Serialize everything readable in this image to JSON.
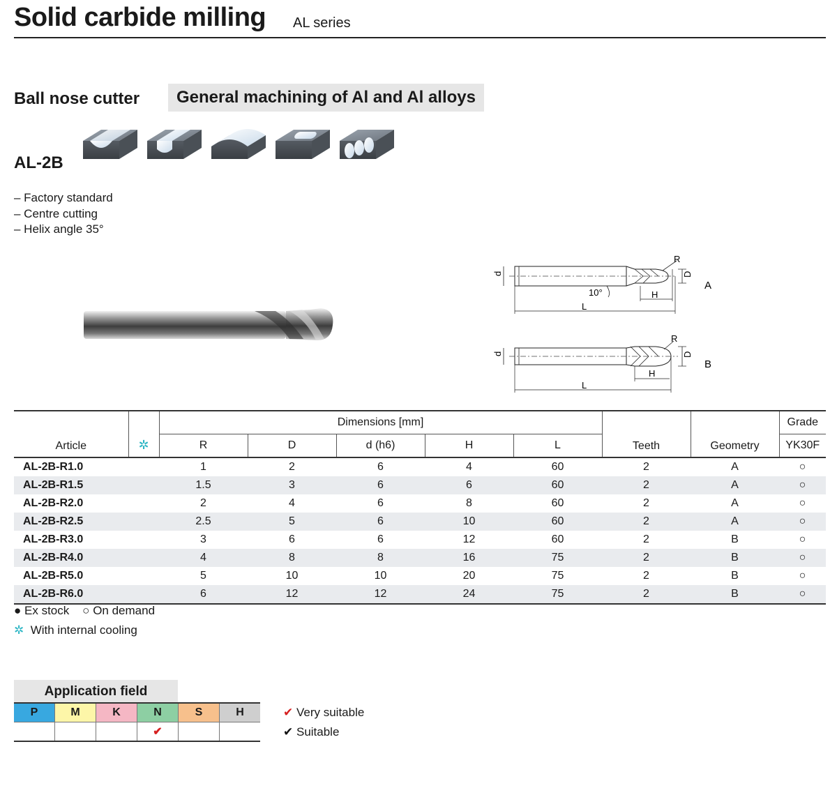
{
  "header": {
    "title": "Solid carbide milling",
    "series": "AL series"
  },
  "product": {
    "type": "Ball nose cutter",
    "application_tag": "General machining of Al and Al alloys",
    "code": "AL-2B",
    "features": [
      "– Factory standard",
      "– Centre cutting",
      "– Helix angle 35°"
    ]
  },
  "diagram_a": {
    "label": "A",
    "d": "d",
    "D": "D",
    "R": "R",
    "angle": "10°",
    "H": "H",
    "L": "L"
  },
  "diagram_b": {
    "label": "B",
    "d": "d",
    "D": "D",
    "R": "R",
    "H": "H",
    "L": "L"
  },
  "table": {
    "headers": {
      "article": "Article",
      "dimensions": "Dimensions [mm]",
      "R": "R",
      "D": "D",
      "d": "d (h6)",
      "H": "H",
      "L": "L",
      "teeth": "Teeth",
      "geometry": "Geometry",
      "grade": "Grade",
      "grade_code": "YK30F"
    },
    "rows": [
      {
        "article": "AL-2B-R1.0",
        "R": "1",
        "D": "2",
        "d": "6",
        "H": "4",
        "L": "60",
        "teeth": "2",
        "geometry": "A",
        "grade": "○"
      },
      {
        "article": "AL-2B-R1.5",
        "R": "1.5",
        "D": "3",
        "d": "6",
        "H": "6",
        "L": "60",
        "teeth": "2",
        "geometry": "A",
        "grade": "○"
      },
      {
        "article": "AL-2B-R2.0",
        "R": "2",
        "D": "4",
        "d": "6",
        "H": "8",
        "L": "60",
        "teeth": "2",
        "geometry": "A",
        "grade": "○"
      },
      {
        "article": "AL-2B-R2.5",
        "R": "2.5",
        "D": "5",
        "d": "6",
        "H": "10",
        "L": "60",
        "teeth": "2",
        "geometry": "A",
        "grade": "○"
      },
      {
        "article": "AL-2B-R3.0",
        "R": "3",
        "D": "6",
        "d": "6",
        "H": "12",
        "L": "60",
        "teeth": "2",
        "geometry": "B",
        "grade": "○"
      },
      {
        "article": "AL-2B-R4.0",
        "R": "4",
        "D": "8",
        "d": "8",
        "H": "16",
        "L": "75",
        "teeth": "2",
        "geometry": "B",
        "grade": "○"
      },
      {
        "article": "AL-2B-R5.0",
        "R": "5",
        "D": "10",
        "d": "10",
        "H": "20",
        "L": "75",
        "teeth": "2",
        "geometry": "B",
        "grade": "○"
      },
      {
        "article": "AL-2B-R6.0",
        "R": "6",
        "D": "12",
        "d": "12",
        "H": "24",
        "L": "75",
        "teeth": "2",
        "geometry": "B",
        "grade": "○"
      }
    ]
  },
  "legend": {
    "ex_stock_symbol": "●",
    "ex_stock": "Ex stock",
    "on_demand_symbol": "○",
    "on_demand": "On demand",
    "cooling_symbol": "✲",
    "cooling": "With internal cooling"
  },
  "application": {
    "title": "Application field",
    "fields": [
      {
        "label": "P",
        "color": "#38a8e0",
        "mark": ""
      },
      {
        "label": "M",
        "color": "#fdf6a8",
        "mark": ""
      },
      {
        "label": "K",
        "color": "#f5b7c4",
        "mark": ""
      },
      {
        "label": "N",
        "color": "#8dcfa3",
        "mark": "✔"
      },
      {
        "label": "S",
        "color": "#f7c08c",
        "mark": ""
      },
      {
        "label": "H",
        "color": "#cfcfcf",
        "mark": ""
      }
    ],
    "legend_very": "Very suitable",
    "legend_suitable": "Suitable",
    "check_symbol": "✔"
  },
  "colors": {
    "cooling_icon": "#2bb5c4",
    "very_suitable_check": "#d62020"
  }
}
